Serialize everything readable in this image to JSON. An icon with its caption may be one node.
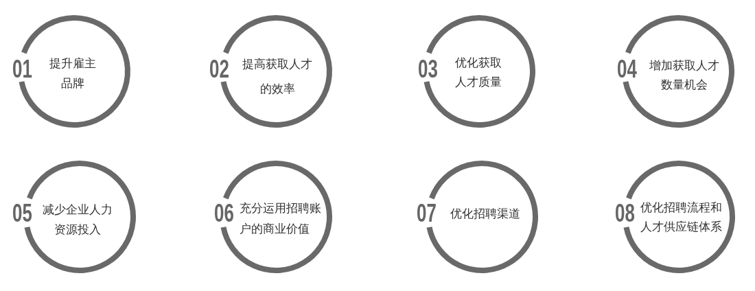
{
  "diagram": {
    "nodes": [
      {
        "text": [
          "01",
          "提升雇主品牌"
        ]
      },
      {
        "text": [
          "02",
          "提高获取人才的效率"
        ]
      },
      {
        "text": [
          "03",
          "优化获取人才质量"
        ]
      },
      {
        "text": [
          "04",
          "增加获取人才数量机会"
        ]
      },
      {
        "text": [
          "05",
          "减少企业人力资源投入"
        ]
      },
      {
        "text": [
          "06",
          "充分运用招聘账户的商业价值"
        ]
      },
      {
        "text": [
          "07",
          "优化招聘渠道"
        ]
      },
      {
        "text": [
          "08",
          "优化招聘流程和人才供应链体系"
        ]
      }
    ]
  }
}
